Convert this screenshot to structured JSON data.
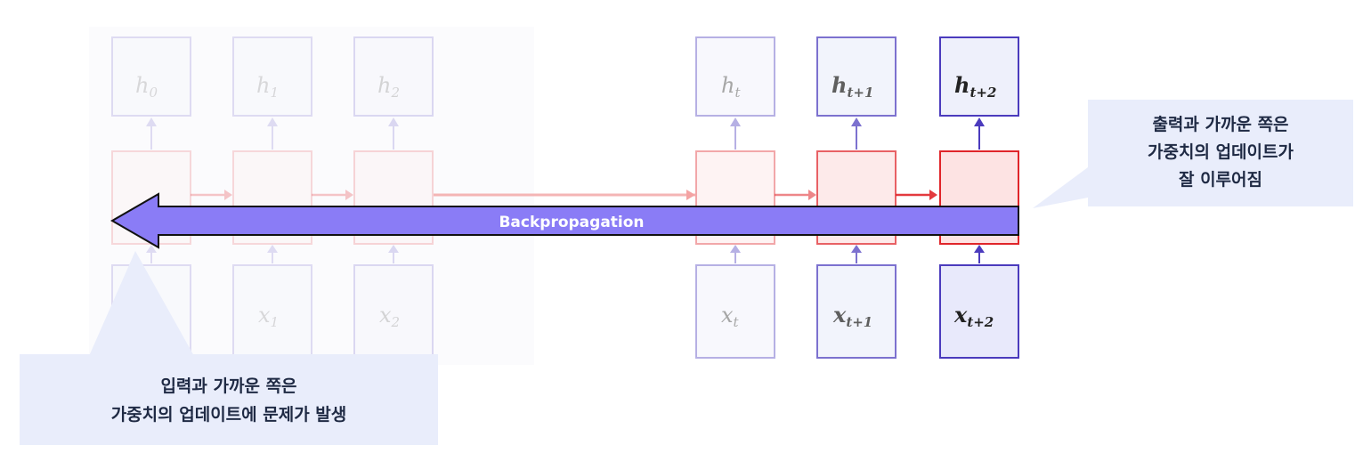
{
  "hidden_labels": [
    "h",
    "h",
    "h",
    "h",
    "h",
    "h"
  ],
  "hidden_subscripts": [
    "0",
    "1",
    "2",
    "t",
    "t+1",
    "t+2"
  ],
  "input_labels": [
    "",
    "x",
    "x",
    "x",
    "x",
    "x"
  ],
  "input_subscripts": [
    "",
    "1",
    "2",
    "t",
    "t+1",
    "t+2"
  ],
  "backprop_label": "Backpropagation",
  "callout_output_lines": [
    "출력과 가까운 쪽은",
    "가중치의 업데이트가",
    "잘 이루어짐"
  ],
  "callout_input_lines": [
    "입력과 가까운 쪽은",
    "가중치의 업데이트에 문제가 발생"
  ],
  "colors": {
    "hidden_stroke": "#4b3bbd",
    "hidden_fill": "#eef0fb",
    "cell_stroke": "#e0252a",
    "cell_fill": "#fde3e3",
    "arrow_fill": "#8a7cf6",
    "callout_fill": "#e9edfb"
  }
}
